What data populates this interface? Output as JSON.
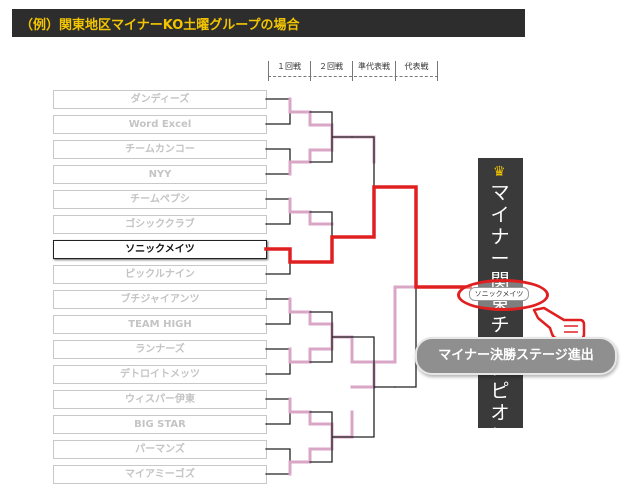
{
  "title": "（例）関東地区マイナーKO土曜グループの場合",
  "rounds": [
    "１回戦",
    "２回戦",
    "準代表戦",
    "代表戦"
  ],
  "teams": [
    {
      "name": "ダンディーズ",
      "winner": false
    },
    {
      "name": "Word Excel",
      "winner": false
    },
    {
      "name": "チームカンコー",
      "winner": false
    },
    {
      "name": "NYY",
      "winner": false
    },
    {
      "name": "チームペプシ",
      "winner": false
    },
    {
      "name": "ゴシッククラブ",
      "winner": false
    },
    {
      "name": "ソニックメイツ",
      "winner": true
    },
    {
      "name": "ピックルナイン",
      "winner": false
    },
    {
      "name": "ブチジャイアンツ",
      "winner": false
    },
    {
      "name": "TEAM HIGH",
      "winner": false
    },
    {
      "name": "ランナーズ",
      "winner": false
    },
    {
      "name": "デトロイトメッツ",
      "winner": false
    },
    {
      "name": "ウィスパー伊東",
      "winner": false
    },
    {
      "name": "BIG STAR",
      "winner": false
    },
    {
      "name": "パーマンズ",
      "winner": false
    },
    {
      "name": "マイアミーゴズ",
      "winner": false
    }
  ],
  "champion_panel": {
    "crown_icon": "crown-icon",
    "text": "マイナー関東チャンピオン"
  },
  "final_badge_label": "ソニックメイツ",
  "pointer_icon": "pointing-hand-icon",
  "advance_label": "マイナー決勝ステージ進出",
  "colors": {
    "title_bg": "#2d2d2d",
    "title_text": "#f2c500",
    "winner_path": "#e02020",
    "eliminated_path": "#d9a6c6",
    "bracket_line": "#222222"
  }
}
